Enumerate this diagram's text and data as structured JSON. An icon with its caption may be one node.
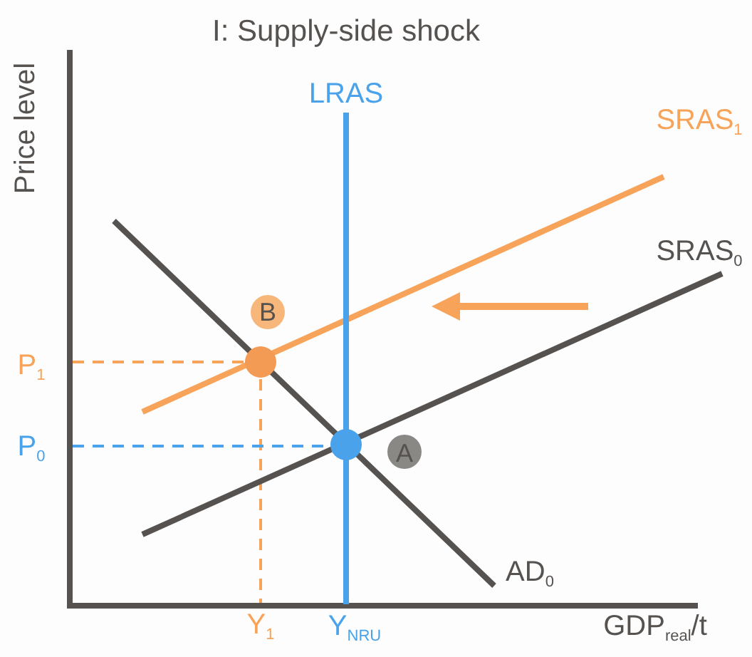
{
  "diagram": {
    "title": "I: Supply-side shock",
    "labels": [
      "Price level",
      "LRAS",
      "SRAS$_{1}$",
      "SRAS$_{0}$",
      "B",
      "P$_{1}$",
      "P$_{0}$",
      "A",
      "AD$_{0}$",
      "Y$_{1}$",
      "Y$_{NRU}$",
      "GDP$_{real}$/t"
    ]
  }
}
